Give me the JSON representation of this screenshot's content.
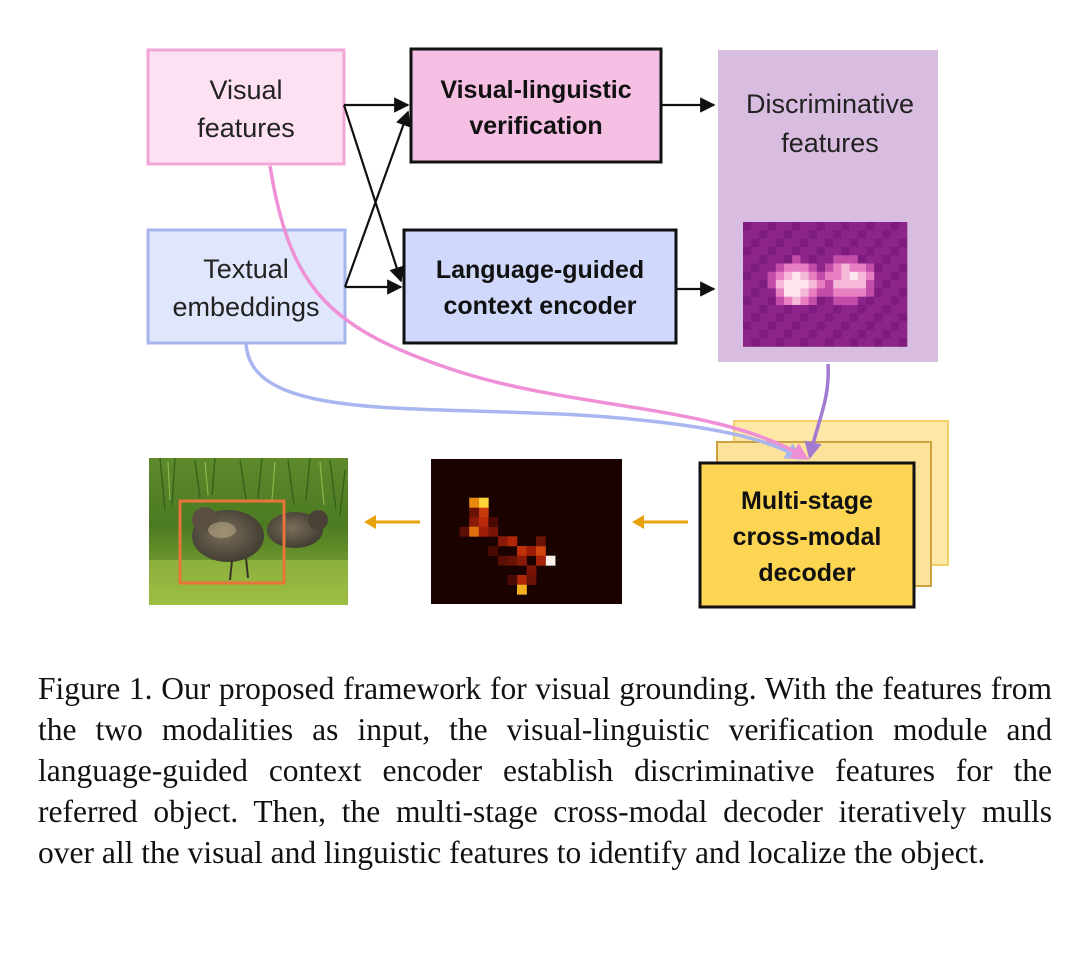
{
  "nodes": {
    "visual_features": {
      "line1": "Visual",
      "line2": "features"
    },
    "textual_embeddings": {
      "line1": "Textual",
      "line2": "embeddings"
    },
    "visual_linguistic_verification": {
      "line1": "Visual-linguistic",
      "line2": "verification"
    },
    "language_guided_context_encoder": {
      "line1": "Language-guided",
      "line2": "context encoder"
    },
    "discriminative_features": {
      "line1": "Discriminative",
      "line2": "features"
    },
    "multi_stage_decoder": {
      "line1": "Multi-stage",
      "line2": "cross-modal",
      "line3": "decoder"
    }
  },
  "caption": "Figure 1. Our proposed framework for visual grounding. With the features from the two modalities as input, the visual-linguistic verification module and language-guided context encoder establish discriminative features for the referred object.  Then, the multi-stage cross-modal decoder iteratively mulls over all the visual and linguistic features to identify and localize the object.",
  "colors": {
    "visual_fill": "#fde0f2",
    "visual_border": "#f2a6d6",
    "textual_fill": "#e0e6fc",
    "textual_border": "#a8b6ee",
    "verification_fill": "#f6bfe4",
    "encoder_fill": "#d0d8fb",
    "discriminative_panel": "#d9bde0",
    "decoder_fill": "#fcd552",
    "decoder_back": "#fde8a8",
    "pink_curve": "#ef8fd6",
    "blue_curve": "#aab6f0",
    "purple_curve": "#a27ad0",
    "orange_arrow": "#e8a20e",
    "bbox": "#e8743a"
  },
  "icons": {
    "discriminative_map": "pink-heatmap-image",
    "response_map": "red-heatmap-image",
    "photo": "ducklings-photo"
  }
}
